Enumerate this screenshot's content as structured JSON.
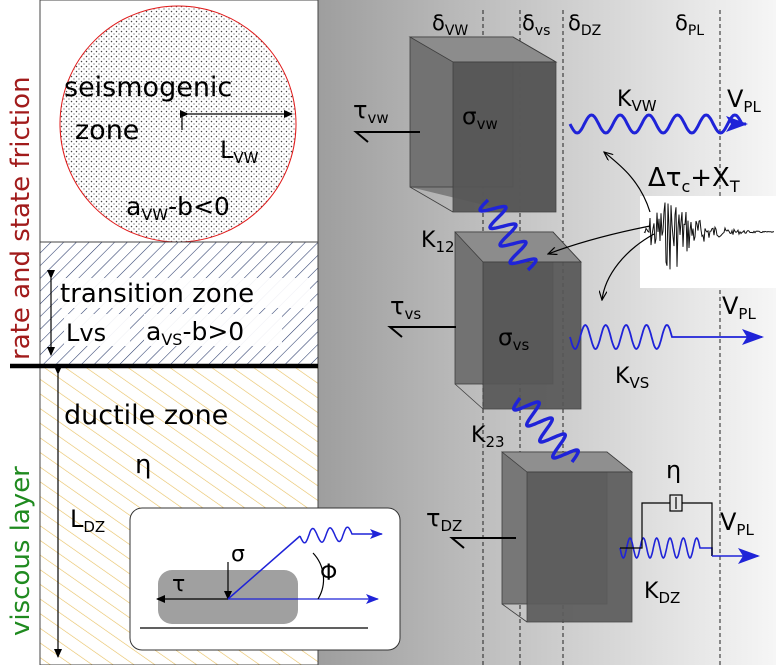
{
  "left_panel": {
    "side_label_top": "rate and state friction",
    "side_label_bottom": "viscous layer",
    "seismogenic": {
      "title_line1": "seismogenic",
      "title_line2": "zone",
      "length_base": "L",
      "length_sub": "VW",
      "cond_a": "a",
      "cond_sub": "VW",
      "cond_rest": "-b<0"
    },
    "transition": {
      "title": "transition zone",
      "length": "Lvs",
      "cond_a": "a",
      "cond_sub": "VS",
      "cond_rest": "-b>0"
    },
    "ductile": {
      "title": "ductile zone",
      "viscosity": "η",
      "length_base": "L",
      "length_sub": "DZ"
    },
    "inset": {
      "tau": "τ",
      "sigma": "σ",
      "phi": "Φ"
    }
  },
  "right_panel": {
    "deltas": [
      {
        "base": "δ",
        "sub": "VW"
      },
      {
        "base": "δ",
        "sub": "vs"
      },
      {
        "base": "δ",
        "sub": "DZ"
      },
      {
        "base": "δ",
        "sub": "PL"
      }
    ],
    "blocks": [
      {
        "tau_base": "τ",
        "tau_sub": "vw",
        "sigma_base": "σ",
        "sigma_sub": "vw",
        "k_base": "K",
        "k_sub": "VW",
        "v_base": "V",
        "v_sub": "PL"
      },
      {
        "tau_base": "τ",
        "tau_sub": "vs",
        "sigma_base": "σ",
        "sigma_sub": "vs",
        "k_base": "K",
        "k_sub": "VS",
        "v_base": "V",
        "v_sub": "PL"
      },
      {
        "tau_base": "τ",
        "tau_sub": "DZ",
        "k_base": "K",
        "k_sub": "DZ",
        "v_base": "V",
        "v_sub": "PL",
        "eta": "η"
      }
    ],
    "couplings": [
      {
        "base": "K",
        "sub": "12"
      },
      {
        "base": "K",
        "sub": "23"
      }
    ],
    "perturbation": {
      "delta": "Δτ",
      "delta_sub": "c",
      "plus": "+X",
      "plus_sub": "T"
    }
  },
  "colors": {
    "spring": "#1f23d8",
    "side_top": "#a11b1b",
    "side_bottom": "#1f8a1f",
    "circle_edge": "#e01818",
    "hatch_blue": "#2a3c6c",
    "hatch_yellow": "#e8c060",
    "block_front": "#6d6d6d",
    "block_side": "#4d4d4d",
    "block_top": "#8a8a8a"
  }
}
